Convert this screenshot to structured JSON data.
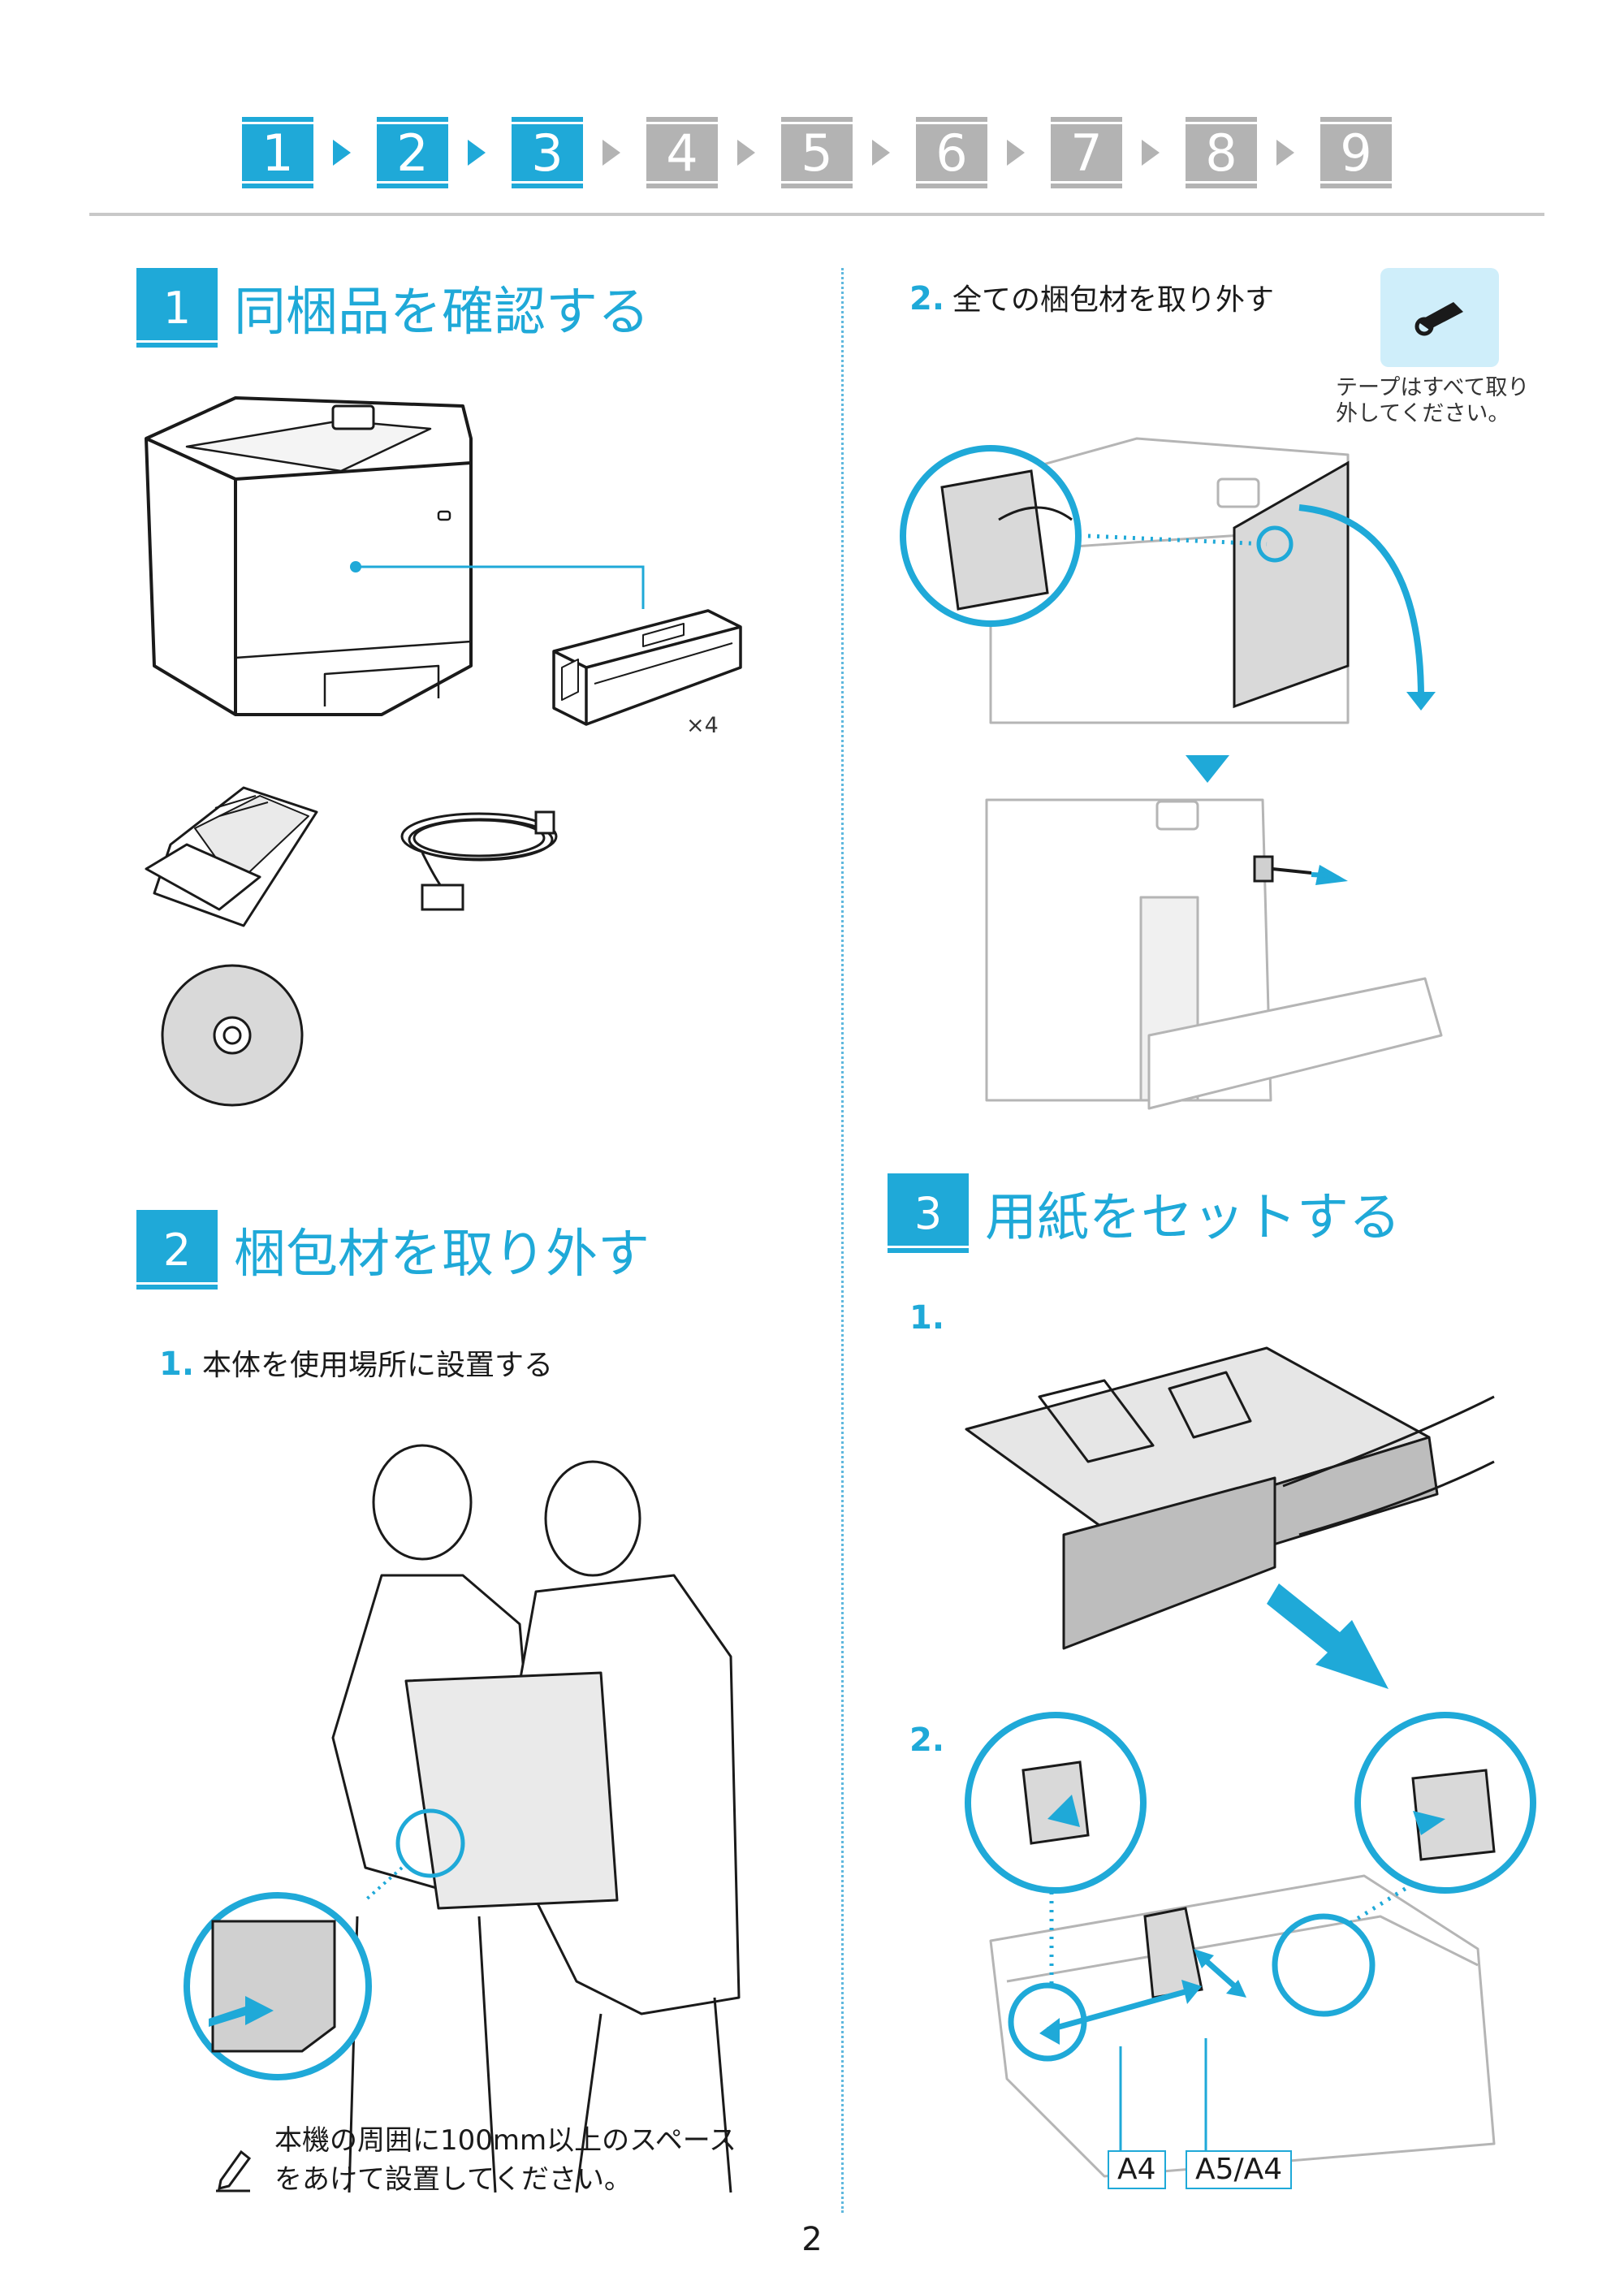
{
  "steps": [
    {
      "label": "1",
      "state": "active"
    },
    {
      "label": "2",
      "state": "active"
    },
    {
      "label": "3",
      "state": "active"
    },
    {
      "label": "4",
      "state": "inactive"
    },
    {
      "label": "5",
      "state": "inactive"
    },
    {
      "label": "6",
      "state": "inactive"
    },
    {
      "label": "7",
      "state": "inactive"
    },
    {
      "label": "8",
      "state": "inactive"
    },
    {
      "label": "9",
      "state": "inactive"
    }
  ],
  "section1": {
    "number": "1",
    "title": "同梱品を確認する",
    "quantity": "×4"
  },
  "section2": {
    "number": "2",
    "title": "梱包材を取り外す",
    "step1": {
      "number": "1.",
      "text": "本体を使用場所に設置する"
    },
    "note_line1": "本機の周囲に100mm以上のスペース",
    "note_line2": "をあけて設置してください。",
    "step2": {
      "number": "2.",
      "text": "全ての梱包材を取り外す"
    },
    "tape_note_line1": "テープはすべて取り",
    "tape_note_line2": "外してください。"
  },
  "section3": {
    "number": "3",
    "title": "用紙をセットする",
    "step1": "1.",
    "step2": "2.",
    "label_a4": "A4",
    "label_a5a4": "A5/A4"
  },
  "page_number": "2",
  "colors": {
    "accent": "#1fa9d8",
    "inactive": "#b3b3b3"
  }
}
